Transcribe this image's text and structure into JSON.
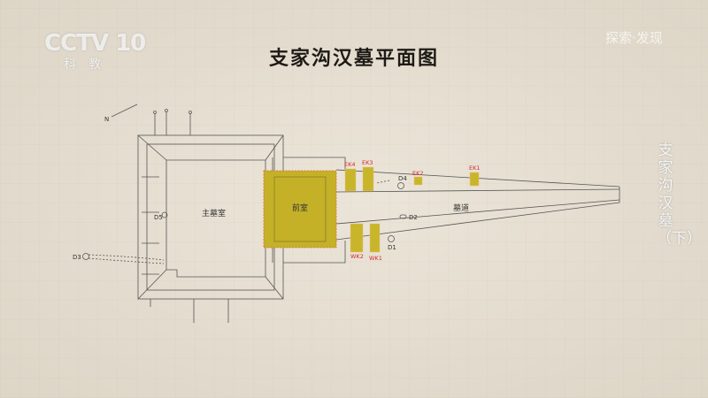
{
  "broadcast": {
    "logo": "CCTV 10",
    "logo_sub": "科教",
    "channel": "探索·发现",
    "program_title": "支家沟汉墓（下）"
  },
  "diagram": {
    "title": "支家沟汉墓平面图",
    "north_mark": "N",
    "rooms": {
      "main": "主墓室",
      "front": "前室",
      "passage": "墓道"
    },
    "pits": [
      "EK4",
      "EK3",
      "EK2",
      "EK1",
      "WK2",
      "WK1"
    ],
    "holes": [
      "D1",
      "D2",
      "D3",
      "D4",
      "D5"
    ],
    "colors": {
      "pit": "#c8b52a",
      "label": "#d42a2a"
    }
  }
}
